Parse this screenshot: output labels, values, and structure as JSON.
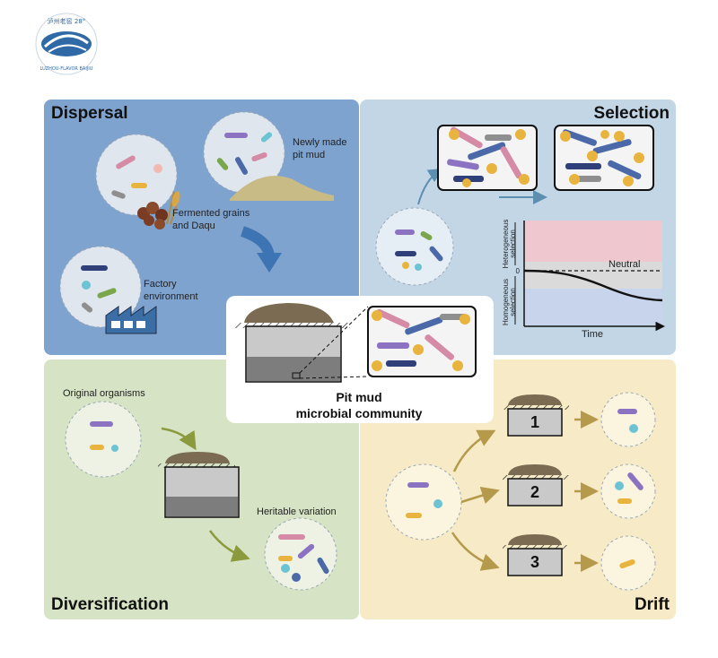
{
  "logo": {
    "text_top": "泸州老窖 28°",
    "text_bottom": "LUZHOU-FLAVOR BAIJIU"
  },
  "panels": {
    "dispersal": {
      "title": "Dispersal",
      "labels": {
        "pit_mud": [
          "Newly made",
          "pit mud"
        ],
        "grains": [
          "Fermented grains",
          "and Daqu"
        ],
        "factory": [
          "Factory",
          "environment"
        ]
      }
    },
    "selection": {
      "title": "Selection",
      "chart": {
        "y_upper": [
          "Heterogeneous",
          "selection"
        ],
        "y_lower": [
          "Homogeneous",
          "selection"
        ],
        "neutral": "Neutral",
        "zero": "0",
        "xlabel": "Time"
      }
    },
    "diversification": {
      "title": "Diversification",
      "labels": {
        "original": "Original organisms",
        "variation": "Heritable variation"
      }
    },
    "drift": {
      "title": "Drift",
      "pits": [
        "1",
        "2",
        "3"
      ]
    }
  },
  "center": {
    "label_line1": "Pit mud",
    "label_line2": "microbial community"
  },
  "colors": {
    "dispersal_bg": "#7fa3cf",
    "selection_bg": "#c3d6e6",
    "diversification_bg": "#d6e3c4",
    "drift_bg": "#f6ebc6",
    "pink": "#d58aa6",
    "blue": "#4b69a8",
    "purple": "#8b73c2",
    "green": "#7aa64c",
    "yellow": "#e8b43d",
    "gray": "#8f8f8f",
    "teal": "#6cc3d3"
  }
}
